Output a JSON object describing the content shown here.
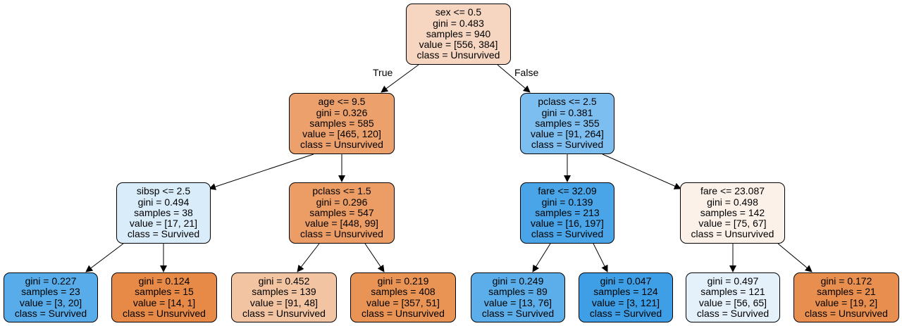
{
  "edge_labels": {
    "true_label": "True",
    "false_label": "False"
  },
  "nodes": {
    "root": {
      "lines": [
        "sex <= 0.5",
        "gini = 0.483",
        "samples = 940",
        "value = [556, 384]",
        "class = Unsurvived"
      ],
      "fill": "#f6d6c0"
    },
    "n_age": {
      "lines": [
        "age <= 9.5",
        "gini = 0.326",
        "samples = 585",
        "value = [465, 120]",
        "class = Unsurvived"
      ],
      "fill": "#eca06c"
    },
    "n_pclass_r": {
      "lines": [
        "pclass <= 2.5",
        "gini = 0.381",
        "samples = 355",
        "value = [91, 264]",
        "class = Survived"
      ],
      "fill": "#7cbef0"
    },
    "n_sibsp": {
      "lines": [
        "sibsp <= 2.5",
        "gini = 0.494",
        "samples = 38",
        "value = [17, 21]",
        "class = Survived"
      ],
      "fill": "#d9ecfa"
    },
    "n_pclass_l": {
      "lines": [
        "pclass <= 1.5",
        "gini = 0.296",
        "samples = 547",
        "value = [448, 99]",
        "class = Unsurvived"
      ],
      "fill": "#eb9d65"
    },
    "n_fare1": {
      "lines": [
        "fare <= 32.09",
        "gini = 0.139",
        "samples = 213",
        "value = [16, 197]",
        "class = Survived"
      ],
      "fill": "#49a5e7"
    },
    "n_fare2": {
      "lines": [
        "fare <= 23.087",
        "gini = 0.498",
        "samples = 142",
        "value = [75, 67]",
        "class = Unsurvived"
      ],
      "fill": "#fcf1e9"
    },
    "leaf1": {
      "lines": [
        "gini = 0.227",
        "samples = 23",
        "value = [3, 20]",
        "class = Survived"
      ],
      "fill": "#57ace9"
    },
    "leaf2": {
      "lines": [
        "gini = 0.124",
        "samples = 15",
        "value = [14, 1]",
        "class = Unsurvived"
      ],
      "fill": "#e78a47"
    },
    "leaf3": {
      "lines": [
        "gini = 0.452",
        "samples = 139",
        "value = [91, 48]",
        "class = Unsurvived"
      ],
      "fill": "#f3c4a2"
    },
    "leaf4": {
      "lines": [
        "gini = 0.219",
        "samples = 408",
        "value = [357, 51]",
        "class = Unsurvived"
      ],
      "fill": "#e99355"
    },
    "leaf5": {
      "lines": [
        "gini = 0.249",
        "samples = 89",
        "value = [13, 76]",
        "class = Survived"
      ],
      "fill": "#5baee9"
    },
    "leaf6": {
      "lines": [
        "gini = 0.047",
        "samples = 124",
        "value = [3, 121]",
        "class = Survived"
      ],
      "fill": "#3e9fe6"
    },
    "leaf7": {
      "lines": [
        "gini = 0.497",
        "samples = 121",
        "value = [56, 65]",
        "class = Survived"
      ],
      "fill": "#e4f1fb"
    },
    "leaf8": {
      "lines": [
        "gini = 0.172",
        "samples = 21",
        "value = [19, 2]",
        "class = Unsurvived"
      ],
      "fill": "#e88e4e"
    }
  }
}
